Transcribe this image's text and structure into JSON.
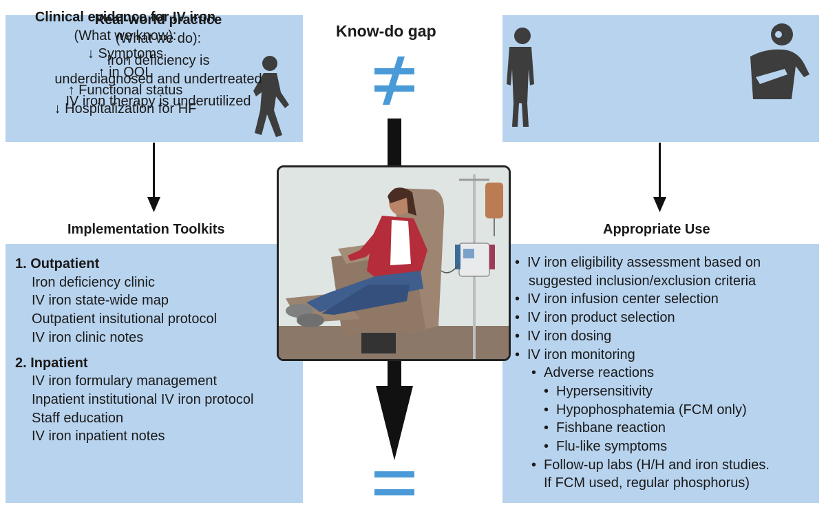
{
  "know_do_gap": {
    "title": "Know-do gap"
  },
  "clinical_evidence": {
    "title": "Clinical evidence for IV iron",
    "subtitle": "(What we know):",
    "items": [
      "↓ Symptoms",
      "↑ in QOL",
      "↑ Functional status",
      "↓ Hospitalization for HF"
    ]
  },
  "real_world": {
    "title": "Real-world practice",
    "subtitle": "(What we do):",
    "lines": [
      "Iron deficiency is",
      "underdiagnosed and undertreated",
      "IV iron therapy is underutilized"
    ]
  },
  "implementation": {
    "heading": "Implementation Toolkits",
    "sections": [
      {
        "title": "1. Outpatient",
        "items": [
          "Iron deficiency clinic",
          "IV iron state-wide map",
          "Outpatient insitutional protocol",
          "IV iron clinic notes"
        ]
      },
      {
        "title": "2. Inpatient",
        "items": [
          "IV iron formulary management",
          "Inpatient institutional IV iron protocol",
          "Staff education",
          "IV iron inpatient notes"
        ]
      }
    ]
  },
  "appropriate_use": {
    "heading": "Appropriate Use",
    "items": [
      "IV iron eligibility assessment based on",
      "suggested inclusion/exclusion criteria",
      "IV iron infusion center selection",
      "IV iron product selection",
      "IV iron dosing",
      "IV iron monitoring",
      "Adverse reactions",
      "Hypersensitivity",
      "Hypophosphatemia (FCM only)",
      "Fishbane reaction",
      "Flu-like symptoms",
      "Follow-up labs (H/H and iron studies.",
      "If FCM used, regular phosphorus)"
    ]
  },
  "colors": {
    "box": "#b8d3ee",
    "symbol": "#4a9ad8",
    "arrow": "#111111"
  }
}
